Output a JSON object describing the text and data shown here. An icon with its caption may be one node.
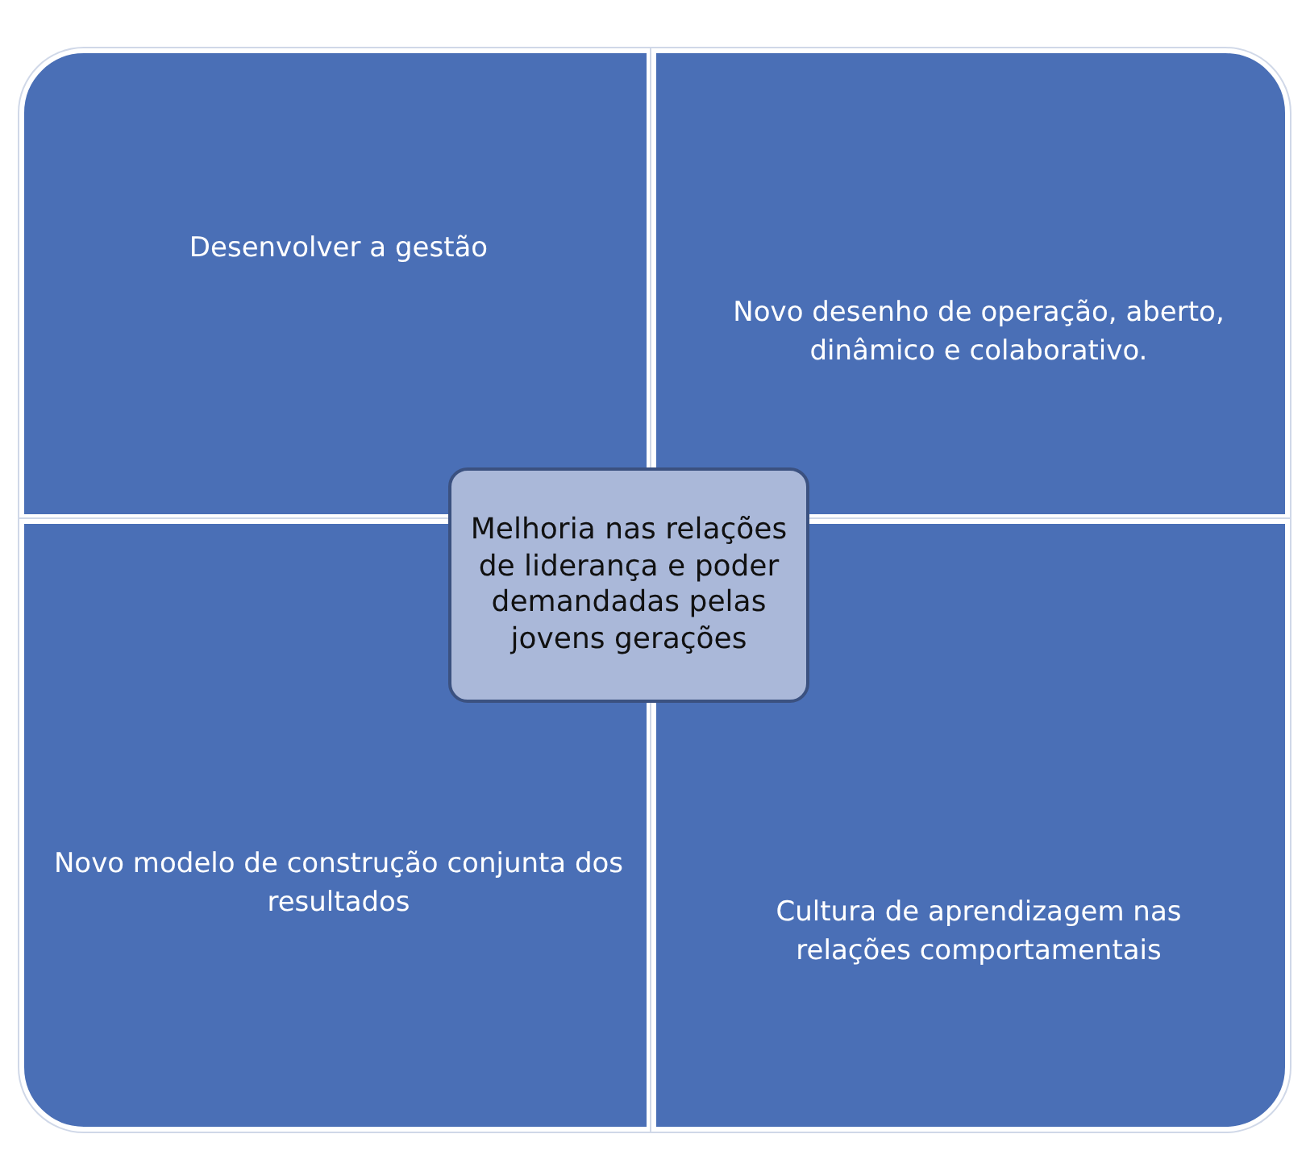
{
  "diagram": {
    "nodes": [
      {
        "text": [
          "Desenvolver a gestão"
        ]
      },
      {
        "text": [
          "Novo desenho de operação, aberto, dinâmico e colaborativo."
        ]
      },
      {
        "text": [
          "Melhoria nas relações de liderança e poder demandadas pelas jovens gerações"
        ]
      },
      {
        "text": [
          "Novo modelo de construção conjunta dos resultados"
        ]
      },
      {
        "text": [
          "Cultura de aprendizagem nas relações comportamentais"
        ]
      }
    ]
  }
}
